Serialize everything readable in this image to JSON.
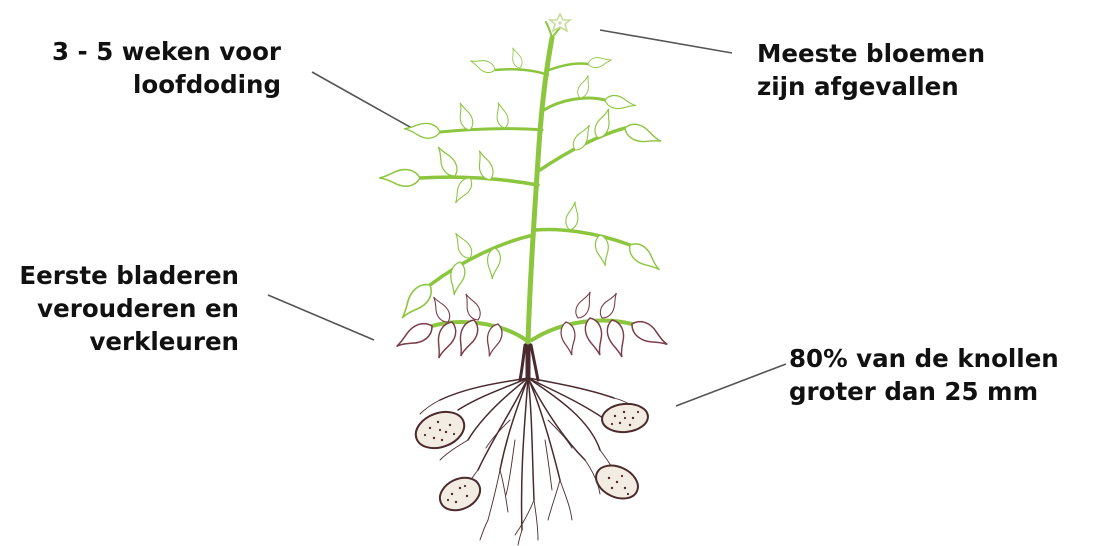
{
  "colors": {
    "text": "#111111",
    "pointer_line": "#555555",
    "foliage_green": "#8cc63f",
    "foliage_dark_green": "#5e9e2b",
    "aged_leaf": "#7a3d4a",
    "roots": "#4a2a2e",
    "tuber_fill": "#f3ece3",
    "tuber_outline": "#4b2b2b",
    "flower": "#c7dc9a"
  },
  "icons": {
    "plant": "potato-plant-illustration",
    "tuber": "potato-tuber-icon",
    "flower": "flower-icon"
  },
  "labels": {
    "top_left": [
      "3 - 5 weken voor",
      "loofdoding"
    ],
    "top_right": [
      "Meeste bloemen",
      "zijn afgevallen"
    ],
    "mid_left": [
      "Eerste bladeren",
      "verouderen en",
      "verkleuren"
    ],
    "bottom_right": [
      "80% van de knollen",
      "groter dan 25 mm"
    ]
  }
}
